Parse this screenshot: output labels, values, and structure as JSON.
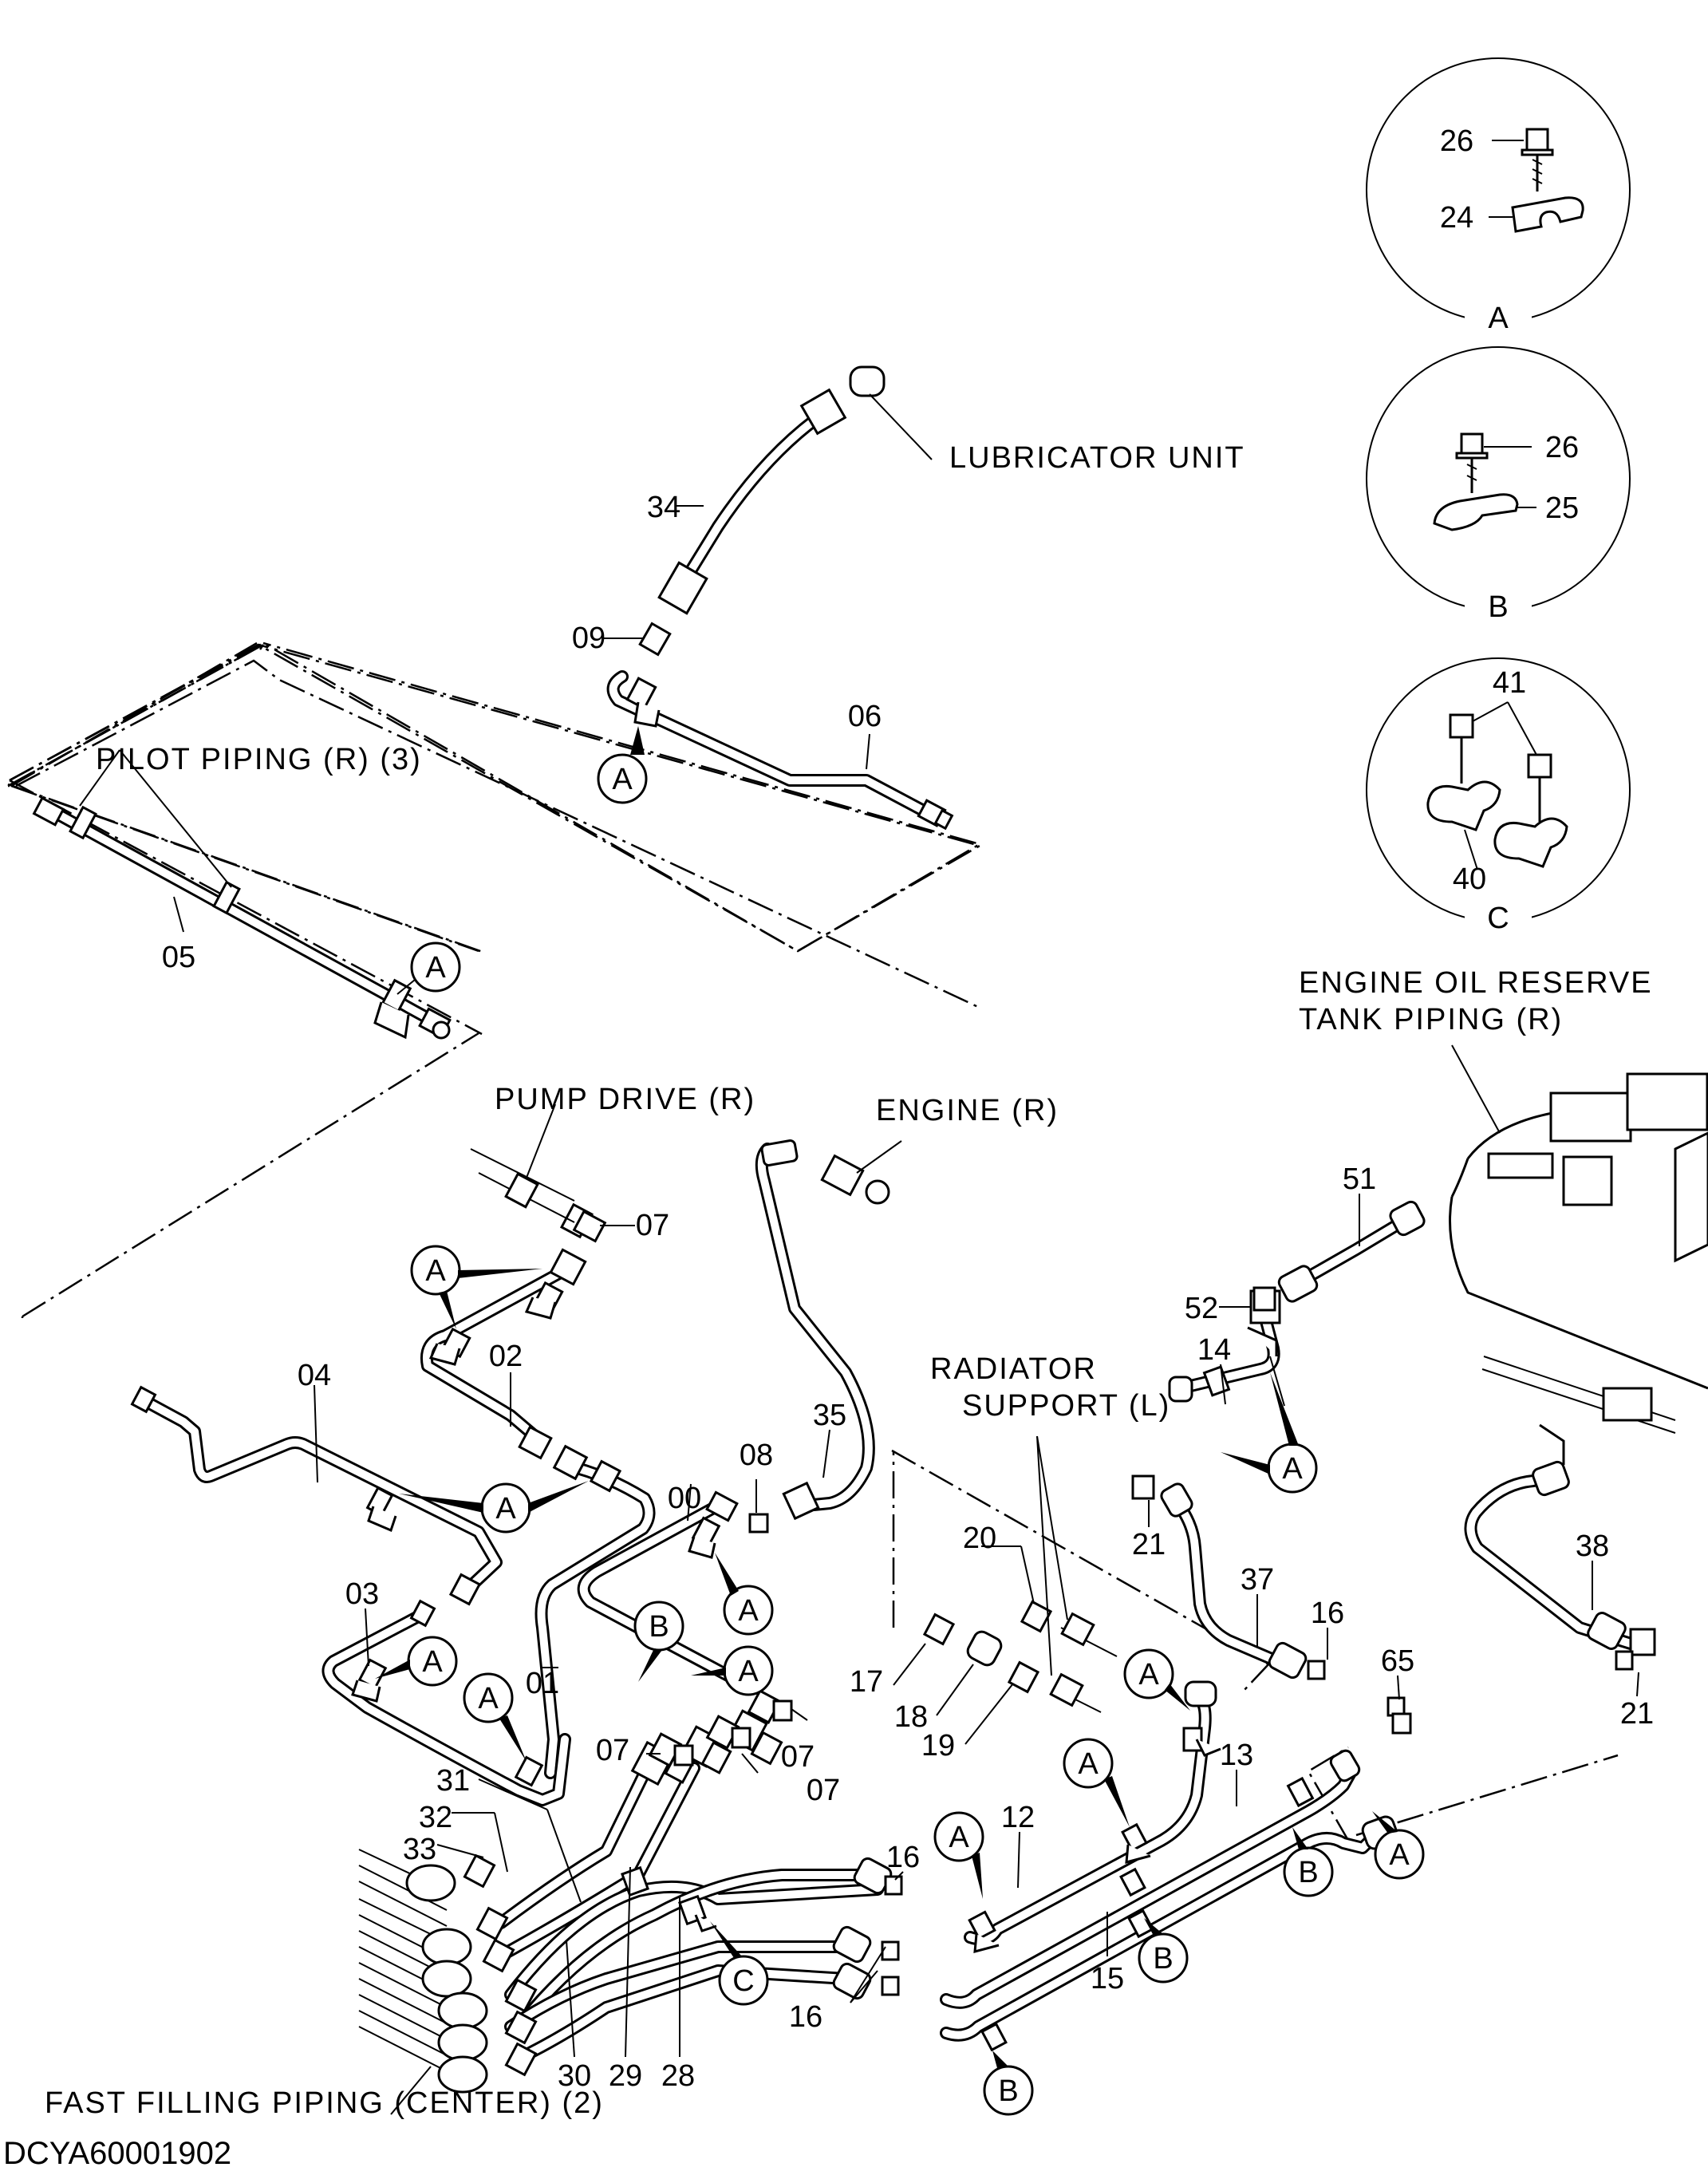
{
  "document_code": "DCYA60001902",
  "labels": {
    "lubricator_unit": "LUBRICATOR UNIT",
    "pilot_piping": "PILOT PIPING (R) (3)",
    "pump_drive": "PUMP DRIVE (R)",
    "engine": "ENGINE (R)",
    "radiator_support_line1": "RADIATOR",
    "radiator_support_line2": "SUPPORT (L)",
    "engine_oil_line1": "ENGINE OIL RESERVE",
    "engine_oil_line2": "TANK PIPING (R)",
    "fast_filling": "FAST FILLING PIPING (CENTER) (2)"
  },
  "details": {
    "A": {
      "letter": "A",
      "parts": [
        "26",
        "24"
      ]
    },
    "B": {
      "letter": "B",
      "parts": [
        "26",
        "25"
      ]
    },
    "C": {
      "letter": "C",
      "parts": [
        "41",
        "40"
      ]
    }
  },
  "callouts": {
    "A": "A",
    "B": "B",
    "C": "C"
  },
  "part_numbers": {
    "p00": "00",
    "p01": "01",
    "p02": "02",
    "p03": "03",
    "p04": "04",
    "p05": "05",
    "p06": "06",
    "p07": "07",
    "p08": "08",
    "p09": "09",
    "p12": "12",
    "p13": "13",
    "p14": "14",
    "p15": "15",
    "p16": "16",
    "p17": "17",
    "p18": "18",
    "p19": "19",
    "p20": "20",
    "p21": "21",
    "p28": "28",
    "p29": "29",
    "p30": "30",
    "p31": "31",
    "p32": "32",
    "p33": "33",
    "p34": "34",
    "p35": "35",
    "p37": "37",
    "p38": "38",
    "p51": "51",
    "p52": "52",
    "p65": "65"
  }
}
